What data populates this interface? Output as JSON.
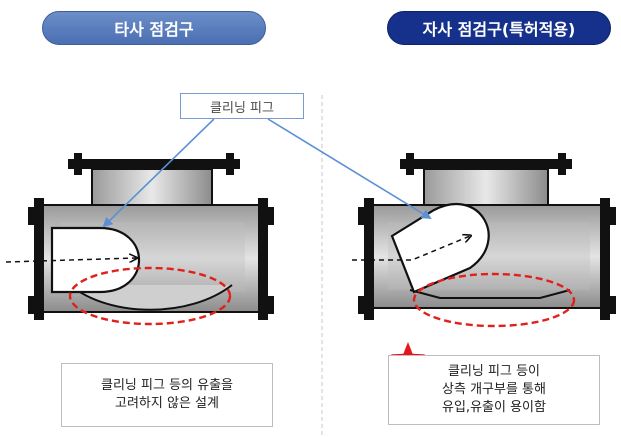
{
  "left_header": "타사 점검구",
  "right_header": "자사 점검구(특허적용)",
  "callout_label": "클리닝 피그",
  "left_note": [
    "클리닝 피그 등의 유출을",
    "고려하지 않은 설계"
  ],
  "right_note": [
    "클리닝 피그 등이",
    "상측 개구부를 통해",
    "유입,유출이 용이함"
  ],
  "colors": {
    "left_header": "#5b7fc0",
    "right_header": "#16318c",
    "highlight": "#e0201c",
    "callout_border": "#7a9bd0",
    "star": "#e8141c"
  },
  "icons": {
    "star": "star-icon"
  }
}
